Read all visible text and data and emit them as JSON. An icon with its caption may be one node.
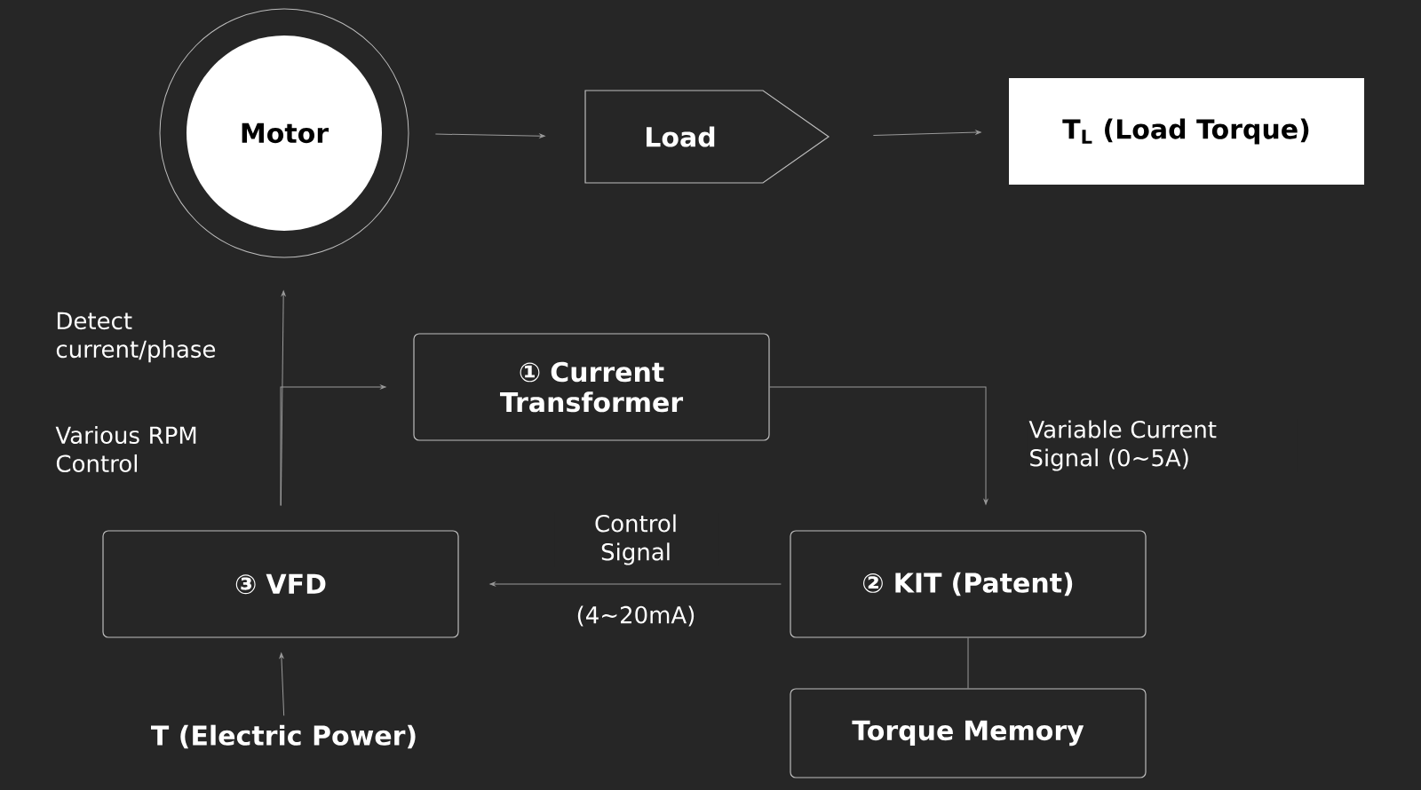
{
  "diagram": {
    "nodes": [
      {
        "text": [
          "Motor"
        ]
      },
      {
        "text": [
          "Load"
        ]
      },
      {
        "text": [
          "T$_{L}$ (Load Torque)"
        ]
      },
      {
        "text": [
          "① Current Transformer"
        ]
      },
      {
        "text": [
          "② KIT (Patent)"
        ]
      },
      {
        "text": [
          "③ VFD"
        ]
      },
      {
        "text": [
          "Torque Memory"
        ]
      },
      {
        "text": [
          "T (Electric Power)"
        ]
      }
    ],
    "edges": [
      {
        "from": 0,
        "to": 1,
        "arrow": "to"
      },
      {
        "from": 1,
        "to": 2,
        "arrow": "to"
      },
      {
        "from": 5,
        "to": 0,
        "arrow": "to"
      },
      {
        "from": 5,
        "to": 3,
        "arrow": "to"
      },
      {
        "from": 3,
        "to": 4,
        "arrow": "to",
        "label": "Variable Current Signal (0~5A)"
      },
      {
        "from": 4,
        "to": 5,
        "arrow": "to",
        "label": "Control Signal"
      },
      {
        "from": 4,
        "to": 6,
        "arrow": "none"
      },
      {
        "from": 7,
        "to": 5,
        "arrow": "to"
      }
    ],
    "labels": [
      "Detect current/phase",
      "Various RPM Control",
      "(4~20mA)"
    ]
  }
}
